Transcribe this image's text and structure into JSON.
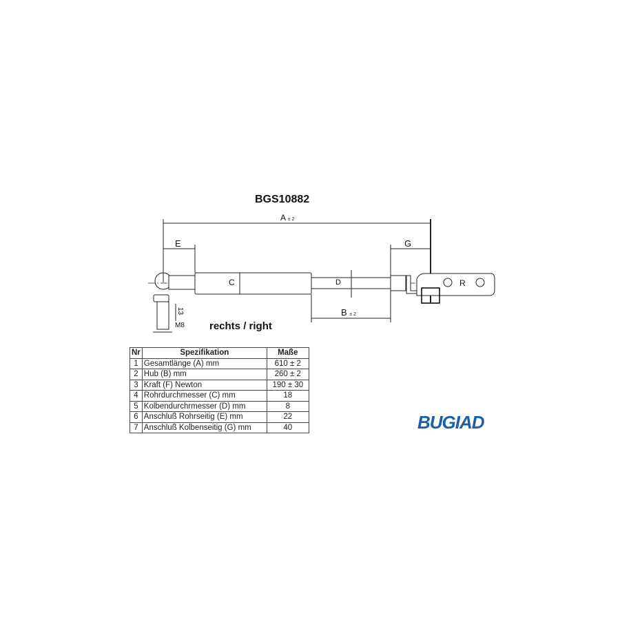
{
  "title": "BGS10882",
  "dimension_labels": {
    "A": "A",
    "A_tol": "± 2",
    "B": "B",
    "B_tol": "± 2",
    "C": "C",
    "D": "D",
    "E": "E",
    "G": "G",
    "thread_length": "13",
    "thread": "M8",
    "bracket": "R"
  },
  "orientation_label": "rechts / right",
  "spec_table": {
    "headers": [
      "Nr",
      "Spezifikation",
      "Maße"
    ],
    "rows": [
      {
        "nr": "1",
        "spec": "Gesamtlänge (A) mm",
        "value": "610 ± 2"
      },
      {
        "nr": "2",
        "spec": "Hub (B)  mm",
        "value": "260 ± 2"
      },
      {
        "nr": "3",
        "spec": "Kraft (F) Newton",
        "value": "190 ± 30"
      },
      {
        "nr": "4",
        "spec": "Rohrdurchmesser (C) mm",
        "value": "18"
      },
      {
        "nr": "5",
        "spec": "Kolbendurchrmesser (D) mm",
        "value": "8"
      },
      {
        "nr": "6",
        "spec": "Anschluß Rohrseitig (E) mm",
        "value": "22"
      },
      {
        "nr": "7",
        "spec": "Anschluß Kolbenseitig (G) mm",
        "value": "40"
      }
    ]
  },
  "brand": {
    "name": "BUGIAD",
    "color": "#1d5ea8"
  }
}
